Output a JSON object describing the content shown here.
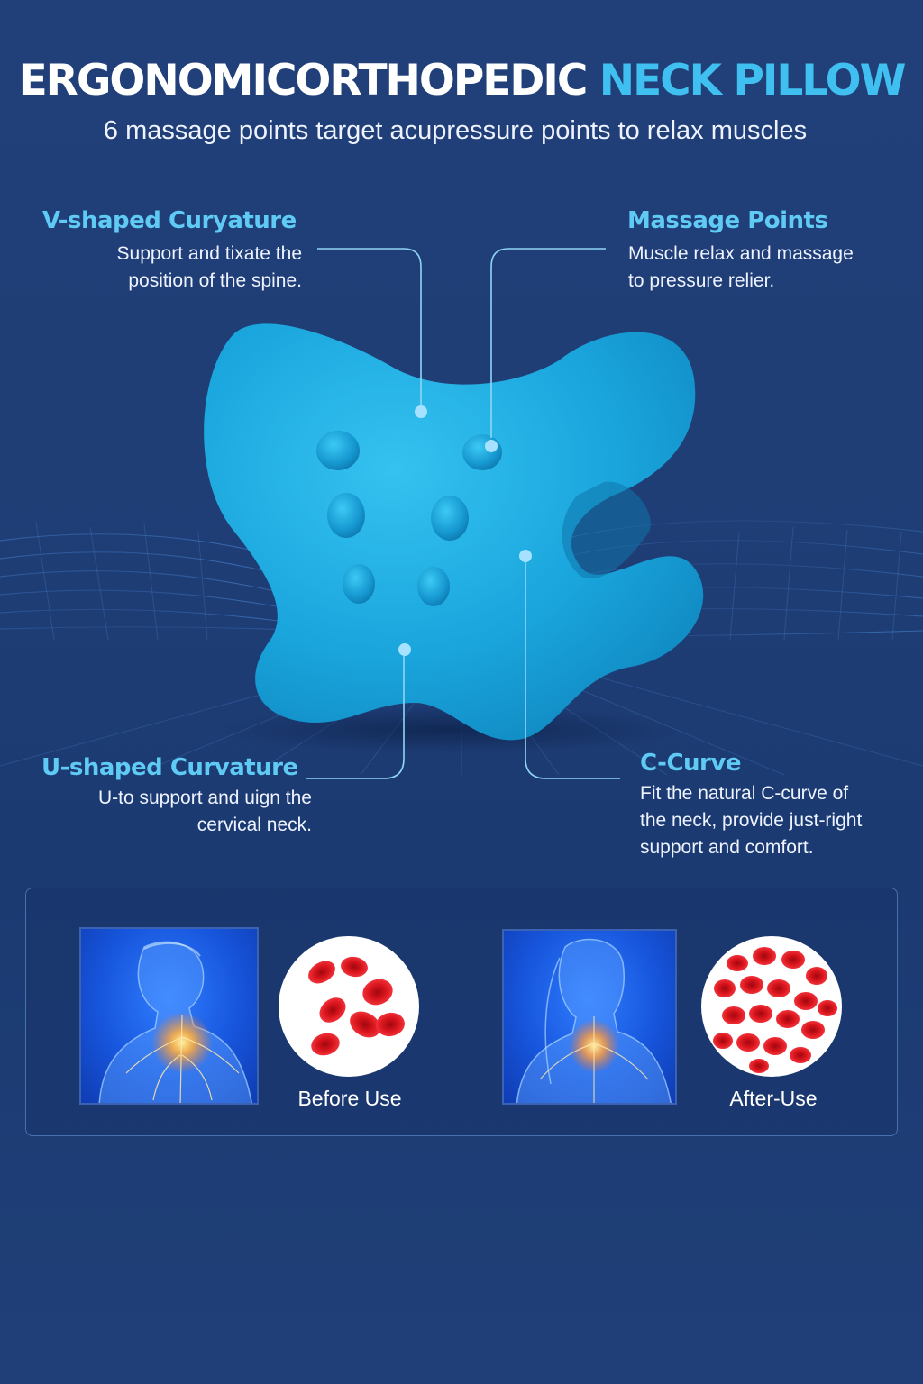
{
  "header": {
    "title_main": "ERGONOMICORTHOPEDIC",
    "title_accent": " NECK PILLOW",
    "subtitle": "6 massage points target acupressure points to relax muscles"
  },
  "features": {
    "v_shape": {
      "title": "V-shaped Curyature",
      "desc_line1": "Support and tixate the",
      "desc_line2": "position of the spine."
    },
    "massage": {
      "title": "Massage Points",
      "desc_line1": "Muscle relax and massage",
      "desc_line2": "to pressure relier."
    },
    "u_shape": {
      "title": "U-shaped Curvature",
      "desc_line1": "U-to support and uign the",
      "desc_line2": "cervical neck."
    },
    "c_curve": {
      "title": "C-Curve",
      "desc_line1": "Fit the natural C-curve of",
      "desc_line2": "the neck, provide just-right",
      "desc_line3": "support and comfort."
    }
  },
  "comparison": {
    "before_label": "Before Use",
    "after_label": "After-Use"
  },
  "colors": {
    "background": "#213f78",
    "accent": "#3fc0f0",
    "pillow": "#1aa6dd",
    "blood_cell": "#d8141c"
  }
}
